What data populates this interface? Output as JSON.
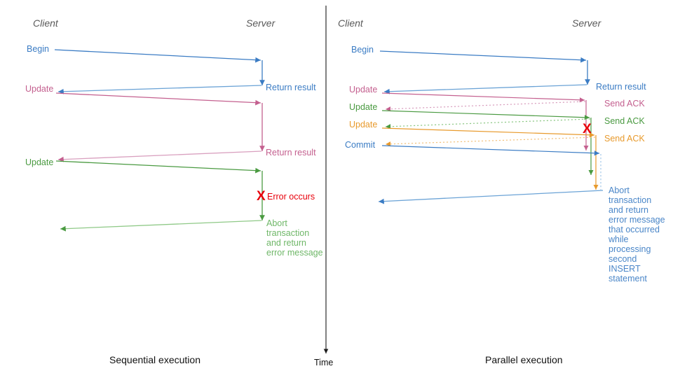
{
  "figure": {
    "background": "#ffffff",
    "time_axis": {
      "label": "Time",
      "color": "#1a1a1a"
    }
  },
  "colors": {
    "blue": "#3b7cc4",
    "blue_light": "#86b2e0",
    "pink": "#c4608f",
    "pink_light": "#d9a0bf",
    "green": "#4a9a41",
    "green_light": "#8fc987",
    "orange": "#e89a2c",
    "orange_light": "#f2c17c",
    "red": "#e8000b",
    "actor_gray": "#595959",
    "caption_black": "#111111"
  },
  "panels": [
    {
      "id": "sequential",
      "caption": "Sequential execution",
      "actors": {
        "client": "Client",
        "server": "Server"
      },
      "messages": [
        {
          "label": "Begin",
          "color": "blue",
          "dir": "to-server"
        },
        {
          "label": "Return result",
          "color": "blue",
          "dir": "to-client"
        },
        {
          "label": "Update",
          "color": "pink",
          "dir": "to-server"
        },
        {
          "label": "Return result",
          "color": "pink",
          "dir": "to-client"
        },
        {
          "label": "Update",
          "color": "green",
          "dir": "to-server"
        },
        {
          "label": "Error occurs",
          "color": "red",
          "dir": "server-note"
        },
        {
          "label": "Abort transaction and return error message",
          "color": "green",
          "dir": "to-client"
        }
      ],
      "error_marker": {
        "glyph": "X",
        "label": "Error occurs"
      },
      "abort_note_lines": [
        "Abort",
        "transaction",
        "and return",
        "error message"
      ]
    },
    {
      "id": "parallel",
      "caption": "Parallel execution",
      "actors": {
        "client": "Client",
        "server": "Server"
      },
      "messages": [
        {
          "label": "Begin",
          "color": "blue",
          "dir": "to-server"
        },
        {
          "label": "Return result",
          "color": "blue",
          "dir": "to-client"
        },
        {
          "label": "Update",
          "color": "pink",
          "dir": "to-server"
        },
        {
          "label": "Send ACK",
          "color": "pink",
          "dir": "to-client"
        },
        {
          "label": "Update",
          "color": "green",
          "dir": "to-server"
        },
        {
          "label": "Send ACK",
          "color": "green",
          "dir": "to-client"
        },
        {
          "label": "Update",
          "color": "orange",
          "dir": "to-server"
        },
        {
          "label": "Send ACK",
          "color": "orange",
          "dir": "to-client"
        },
        {
          "label": "Commit",
          "color": "blue",
          "dir": "to-server"
        },
        {
          "label": "Abort transaction and return error message that occurred while processing second INSERT statement",
          "color": "blue",
          "dir": "to-client"
        }
      ],
      "error_marker": {
        "glyph": "X",
        "label": ""
      },
      "abort_note_lines": [
        "Abort",
        "transaction",
        "and return",
        "error message",
        "that occurred",
        "while",
        "processing",
        "second",
        "INSERT",
        "statement"
      ]
    }
  ],
  "chart_data": {
    "type": "diagram",
    "title": "Sequential vs parallel transaction execution sequence diagram",
    "time_axis_label": "Time"
  }
}
